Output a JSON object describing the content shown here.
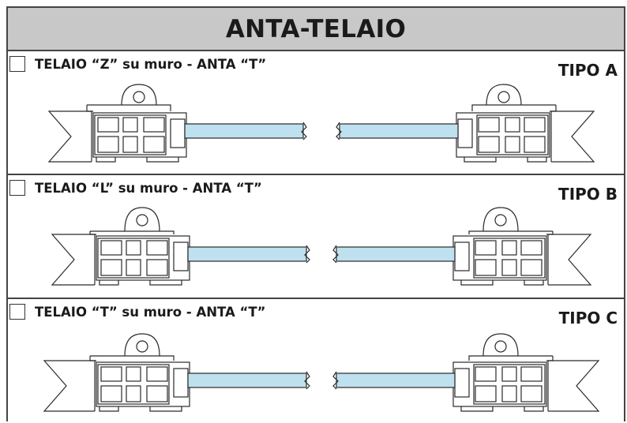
{
  "header": {
    "title": "ANTA-TELAIO"
  },
  "options": [
    {
      "label": "TELAIO “Z” su muro - ANTA “T”",
      "tipo": "TIPO A",
      "checked": false
    },
    {
      "label": "TELAIO “L” su muro - ANTA “T”",
      "tipo": "TIPO B",
      "checked": false
    },
    {
      "label": "TELAIO “T” su muro - ANTA “T”",
      "tipo": "TIPO C",
      "checked": false
    }
  ],
  "colors": {
    "header_bg": "#c8c8c8",
    "glass": "#bfe0ee",
    "line": "#2a2a2a"
  }
}
